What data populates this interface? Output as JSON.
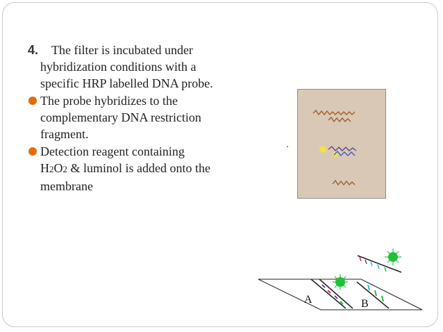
{
  "slide": {
    "step_number": "4.",
    "paragraphs": [
      {
        "type": "numbered",
        "lines": [
          "The filter is incubated under",
          "hybridization conditions with a",
          "specific HRP labelled DNA probe."
        ]
      },
      {
        "type": "bullet",
        "lines": [
          "The probe hybridizes to the",
          "complementary DNA restriction",
          "fragment."
        ]
      },
      {
        "type": "bullet",
        "lines_rich": {
          "line1": "Detection reagent containing",
          "line2_prefix": "H",
          "line2_2a": "2",
          "line2_mid": "O",
          "line2_2b": "2",
          "line2_suffix": " & luminol is added onto the",
          "line3": "membrane"
        }
      }
    ],
    "diagram_labels": {
      "left": "A",
      "right": "B"
    },
    "colors": {
      "bullet": "#e36c0a",
      "membrane_bg": "#d9c8b6",
      "probe_green": "#22c03a",
      "probe_yellow": "#f1e43d",
      "probe_purple": "#6b3fa0",
      "probe_pink": "#d6246e",
      "probe_cyan": "#2fb8c8"
    }
  }
}
